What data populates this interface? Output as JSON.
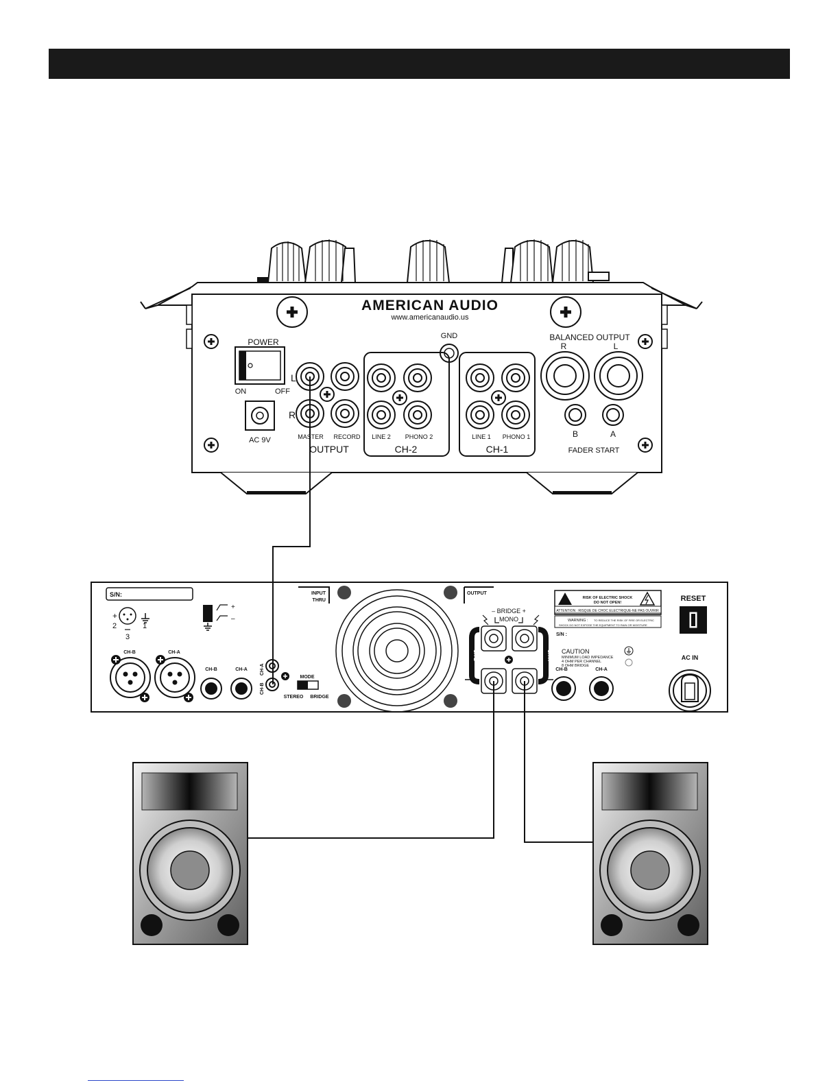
{
  "colors": {
    "ink": "#111111",
    "header_bar": "#1a1a1a",
    "footer_link": "#2a46c9"
  },
  "mixer": {
    "brand": "AMERICAN AUDIO",
    "website": "www.americanaudio.us",
    "gnd": "GND",
    "power": {
      "label": "POWER",
      "on": "ON",
      "off": "OFF"
    },
    "ac": "AC 9V",
    "l": "L",
    "r": "R",
    "master": "MASTER",
    "record": "RECORD",
    "output": "OUTPUT",
    "line2": "LINE 2",
    "phono2": "PHONO 2",
    "ch2": "CH-2",
    "line1": "LINE 1",
    "phono1": "PHONO 1",
    "ch1": "CH-1",
    "balanced_output": "BALANCED OUTPUT",
    "bal_r": "R",
    "bal_l": "L",
    "fader_b": "B",
    "fader_a": "A",
    "fader_start": "FADER START"
  },
  "amp": {
    "sn": "S/N:",
    "sn_small": "S/N :",
    "pin_plus": "+",
    "pin_2": "2",
    "pin_1": "1",
    "pin_3": "3",
    "lift_plus": "+",
    "lift_minus": "–",
    "xlr_chb": "CH-B",
    "xlr_cha": "CH-A",
    "jack_chb": "CH-B",
    "jack_cha": "CH-A",
    "rca_cha": "CH-A",
    "rca_chb": "CH-B",
    "mode": "MODE",
    "stereo": "STEREO",
    "bridge": "BRIDGE",
    "input_thru_1": "INPUT",
    "input_thru_2": "THRU",
    "output": "OUTPUT",
    "bridge_label": "– BRIDGE +",
    "mono": "MONO",
    "ch_b_vertical": "CH B",
    "ch_a_vertical": "CH A",
    "warning_1": "RISK OF ELECTRIC SHOCK",
    "warning_2": "DO NOT OPEN!",
    "attention": "ATTENTION : RISQUE DE CHOC ELECTRIQUE-NE PAS OUVRIR",
    "warning_label": "WARNING :",
    "warning_text_1": "TO REDUCE THE RISK OF FIRE OR ELECTRIC",
    "warning_text_2": "SHOCK DO NOT EXPOSE THE EQUIPMENT TO RAIN OR MOISTURE",
    "caution": "CAUTION",
    "caution_1": "MINIMUM LOAD IMPEDANCE",
    "caution_2": "4 OHM PER CHANNEL",
    "caution_3": "8 OHM BRIDGE",
    "out_chb": "CH-B",
    "out_cha": "CH-A",
    "reset": "RESET",
    "ac_in": "AC IN"
  }
}
